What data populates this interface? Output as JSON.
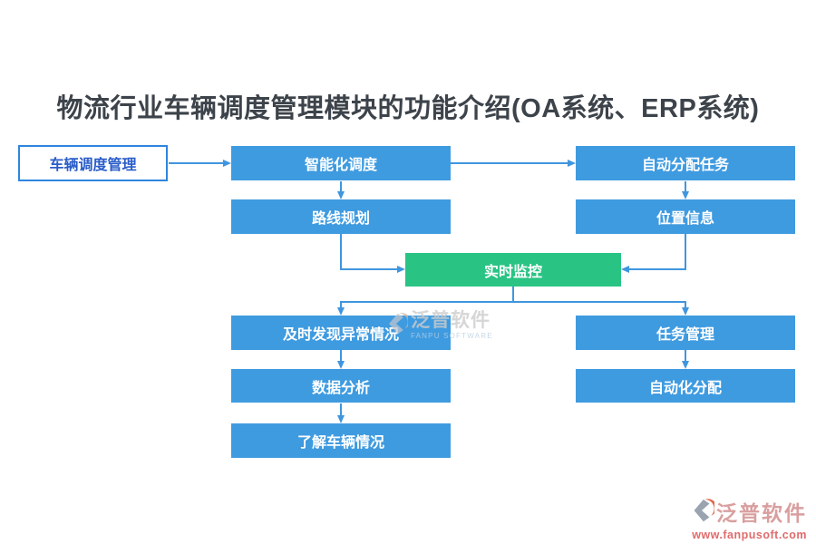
{
  "title": "物流行业车辆调度管理模块的功能介绍(OA系统、ERP系统)",
  "nodes": {
    "root": {
      "label": "车辆调度管理"
    },
    "b1": {
      "label": "智能化调度"
    },
    "b2": {
      "label": "自动分配任务"
    },
    "b3": {
      "label": "路线规划"
    },
    "b4": {
      "label": "位置信息"
    },
    "b5": {
      "label": "实时监控"
    },
    "b6": {
      "label": "及时发现异常情况"
    },
    "b7": {
      "label": "任务管理"
    },
    "b8": {
      "label": "数据分析"
    },
    "b9": {
      "label": "自动化分配"
    },
    "b10": {
      "label": "了解车辆情况"
    }
  },
  "watermark": {
    "brand": "泛普软件",
    "subtitle": "FANPU SOFTWARE"
  },
  "footer_logo": {
    "brand": "泛普软件",
    "url": "www.fanpusoft.com"
  },
  "colors": {
    "node_blue": "#3f9be0",
    "node_green": "#29c484",
    "root_border": "#2e86dd",
    "root_text": "#2a5dc8",
    "arrow": "#3f96de",
    "title_text": "#3d434a",
    "logo_brand": "#d99f9f",
    "logo_url": "#e06b6b",
    "logo_orange": "#e2674a",
    "logo_gray": "#9aa4b0"
  }
}
